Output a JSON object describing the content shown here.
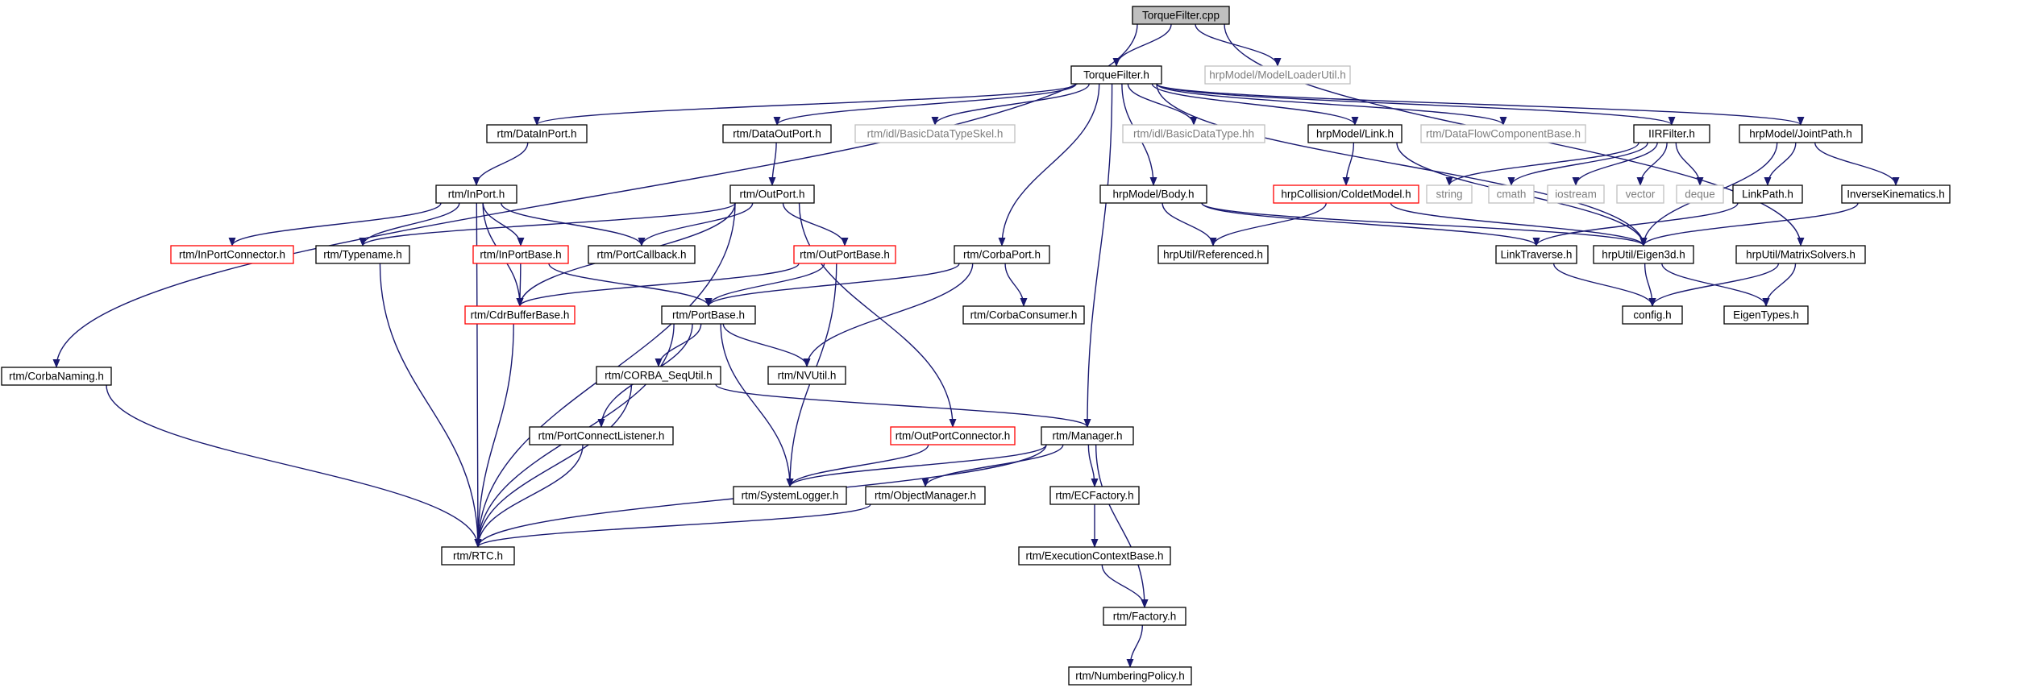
{
  "graph": {
    "colors": {
      "edge": "#191970",
      "root_fill": "#bfbfbf",
      "normal_border": "#000000",
      "red_border": "#ff0000",
      "external_border": "#bfbfbf",
      "external_text": "#7f7f7f"
    },
    "nodes": [
      {
        "id": "torquefilter_cpp",
        "label": "TorqueFilter.cpp",
        "style": "root"
      },
      {
        "id": "torquefilter_h",
        "label": "TorqueFilter.h",
        "style": "normal"
      },
      {
        "id": "modelloaderutil",
        "label": "hrpModel/ModelLoaderUtil.h",
        "style": "external"
      },
      {
        "id": "corbanaming",
        "label": "rtm/CorbaNaming.h",
        "style": "normal"
      },
      {
        "id": "datainport",
        "label": "rtm/DataInPort.h",
        "style": "normal"
      },
      {
        "id": "dataoutport",
        "label": "rtm/DataOutPort.h",
        "style": "normal"
      },
      {
        "id": "basicdatatypeskel",
        "label": "rtm/idl/BasicDataTypeSkel.h",
        "style": "external"
      },
      {
        "id": "basicdatatype_hh",
        "label": "rtm/idl/BasicDataType.hh",
        "style": "external"
      },
      {
        "id": "link_h",
        "label": "hrpModel/Link.h",
        "style": "normal"
      },
      {
        "id": "dataflowcomponentbase",
        "label": "rtm/DataFlowComponentBase.h",
        "style": "external"
      },
      {
        "id": "iirfilter",
        "label": "IIRFilter.h",
        "style": "normal"
      },
      {
        "id": "jointpath",
        "label": "hrpModel/JointPath.h",
        "style": "normal"
      },
      {
        "id": "inport",
        "label": "rtm/InPort.h",
        "style": "normal"
      },
      {
        "id": "outport",
        "label": "rtm/OutPort.h",
        "style": "normal"
      },
      {
        "id": "body_h",
        "label": "hrpModel/Body.h",
        "style": "normal"
      },
      {
        "id": "coldetmodel",
        "label": "hrpCollision/ColdetModel.h",
        "style": "red"
      },
      {
        "id": "string",
        "label": "string",
        "style": "external"
      },
      {
        "id": "cmath",
        "label": "cmath",
        "style": "external"
      },
      {
        "id": "iostream",
        "label": "iostream",
        "style": "external"
      },
      {
        "id": "vector",
        "label": "vector",
        "style": "external"
      },
      {
        "id": "deque",
        "label": "deque",
        "style": "external"
      },
      {
        "id": "linkpath",
        "label": "LinkPath.h",
        "style": "normal"
      },
      {
        "id": "inversekinematics",
        "label": "InverseKinematics.h",
        "style": "normal"
      },
      {
        "id": "inportconnector",
        "label": "rtm/InPortConnector.h",
        "style": "red"
      },
      {
        "id": "typename",
        "label": "rtm/Typename.h",
        "style": "normal"
      },
      {
        "id": "inportbase",
        "label": "rtm/InPortBase.h",
        "style": "red"
      },
      {
        "id": "portcallback",
        "label": "rtm/PortCallback.h",
        "style": "normal"
      },
      {
        "id": "outportbase",
        "label": "rtm/OutPortBase.h",
        "style": "red"
      },
      {
        "id": "corbaport",
        "label": "rtm/CorbaPort.h",
        "style": "normal"
      },
      {
        "id": "referenced",
        "label": "hrpUtil/Referenced.h",
        "style": "normal"
      },
      {
        "id": "linktraverse",
        "label": "LinkTraverse.h",
        "style": "normal"
      },
      {
        "id": "eigen3d",
        "label": "hrpUtil/Eigen3d.h",
        "style": "normal"
      },
      {
        "id": "matrixsolvers",
        "label": "hrpUtil/MatrixSolvers.h",
        "style": "normal"
      },
      {
        "id": "cdrbufferbase",
        "label": "rtm/CdrBufferBase.h",
        "style": "red"
      },
      {
        "id": "portbase",
        "label": "rtm/PortBase.h",
        "style": "normal"
      },
      {
        "id": "corbaconsumer",
        "label": "rtm/CorbaConsumer.h",
        "style": "normal"
      },
      {
        "id": "config",
        "label": "config.h",
        "style": "normal"
      },
      {
        "id": "eigentypes",
        "label": "EigenTypes.h",
        "style": "normal"
      },
      {
        "id": "corba_sequtil",
        "label": "rtm/CORBA_SeqUtil.h",
        "style": "normal"
      },
      {
        "id": "nvutil",
        "label": "rtm/NVUtil.h",
        "style": "normal"
      },
      {
        "id": "portconnectlistener",
        "label": "rtm/PortConnectListener.h",
        "style": "normal"
      },
      {
        "id": "outportconnector",
        "label": "rtm/OutPortConnector.h",
        "style": "red"
      },
      {
        "id": "manager",
        "label": "rtm/Manager.h",
        "style": "normal"
      },
      {
        "id": "systemlogger",
        "label": "rtm/SystemLogger.h",
        "style": "normal"
      },
      {
        "id": "objectmanager",
        "label": "rtm/ObjectManager.h",
        "style": "normal"
      },
      {
        "id": "ecfactory",
        "label": "rtm/ECFactory.h",
        "style": "normal"
      },
      {
        "id": "rtc",
        "label": "rtm/RTC.h",
        "style": "normal"
      },
      {
        "id": "executioncontextbase",
        "label": "rtm/ExecutionContextBase.h",
        "style": "normal"
      },
      {
        "id": "factory",
        "label": "rtm/Factory.h",
        "style": "normal"
      },
      {
        "id": "numberingpolicy",
        "label": "rtm/NumberingPolicy.h",
        "style": "normal"
      }
    ],
    "edges": [
      [
        "torquefilter_cpp",
        "torquefilter_h"
      ],
      [
        "torquefilter_cpp",
        "modelloaderutil"
      ],
      [
        "torquefilter_cpp",
        "corbanaming"
      ],
      [
        "torquefilter_cpp",
        "matrixsolvers"
      ],
      [
        "torquefilter_h",
        "datainport"
      ],
      [
        "torquefilter_h",
        "dataoutport"
      ],
      [
        "torquefilter_h",
        "basicdatatypeskel"
      ],
      [
        "torquefilter_h",
        "basicdatatype_hh"
      ],
      [
        "torquefilter_h",
        "link_h"
      ],
      [
        "torquefilter_h",
        "dataflowcomponentbase"
      ],
      [
        "torquefilter_h",
        "iirfilter"
      ],
      [
        "torquefilter_h",
        "jointpath"
      ],
      [
        "torquefilter_h",
        "body_h"
      ],
      [
        "torquefilter_h",
        "corbaport"
      ],
      [
        "torquefilter_h",
        "manager"
      ],
      [
        "torquefilter_h",
        "eigen3d"
      ],
      [
        "corbanaming",
        "rtc"
      ],
      [
        "datainport",
        "inport"
      ],
      [
        "dataoutport",
        "outport"
      ],
      [
        "link_h",
        "coldetmodel"
      ],
      [
        "link_h",
        "eigen3d"
      ],
      [
        "iirfilter",
        "string"
      ],
      [
        "iirfilter",
        "cmath"
      ],
      [
        "iirfilter",
        "iostream"
      ],
      [
        "iirfilter",
        "vector"
      ],
      [
        "iirfilter",
        "deque"
      ],
      [
        "jointpath",
        "linkpath"
      ],
      [
        "jointpath",
        "inversekinematics"
      ],
      [
        "jointpath",
        "eigen3d"
      ],
      [
        "inport",
        "inportconnector"
      ],
      [
        "inport",
        "typename"
      ],
      [
        "inport",
        "inportbase"
      ],
      [
        "inport",
        "portcallback"
      ],
      [
        "inport",
        "cdrbufferbase"
      ],
      [
        "inport",
        "rtc"
      ],
      [
        "outport",
        "typename"
      ],
      [
        "outport",
        "portcallback"
      ],
      [
        "outport",
        "outportbase"
      ],
      [
        "outport",
        "cdrbufferbase"
      ],
      [
        "outport",
        "rtc"
      ],
      [
        "outport",
        "outportconnector"
      ],
      [
        "body_h",
        "referenced"
      ],
      [
        "body_h",
        "linktraverse"
      ],
      [
        "body_h",
        "eigen3d"
      ],
      [
        "coldetmodel",
        "referenced"
      ],
      [
        "coldetmodel",
        "eigen3d"
      ],
      [
        "linkpath",
        "linktraverse"
      ],
      [
        "inversekinematics",
        "eigen3d"
      ],
      [
        "inportbase",
        "cdrbufferbase"
      ],
      [
        "inportbase",
        "portbase"
      ],
      [
        "outportbase",
        "cdrbufferbase"
      ],
      [
        "outportbase",
        "portbase"
      ],
      [
        "outportbase",
        "systemlogger"
      ],
      [
        "corbaport",
        "portbase"
      ],
      [
        "corbaport",
        "corbaconsumer"
      ],
      [
        "corbaport",
        "nvutil"
      ],
      [
        "typename",
        "rtc"
      ],
      [
        "linktraverse",
        "config"
      ],
      [
        "eigen3d",
        "config"
      ],
      [
        "eigen3d",
        "eigentypes"
      ],
      [
        "matrixsolvers",
        "config"
      ],
      [
        "matrixsolvers",
        "eigentypes"
      ],
      [
        "cdrbufferbase",
        "rtc"
      ],
      [
        "portbase",
        "corba_sequtil"
      ],
      [
        "portbase",
        "nvutil"
      ],
      [
        "portbase",
        "portconnectlistener"
      ],
      [
        "portbase",
        "systemlogger"
      ],
      [
        "portbase",
        "rtc"
      ],
      [
        "corba_sequtil",
        "manager"
      ],
      [
        "corba_sequtil",
        "rtc"
      ],
      [
        "portconnectlistener",
        "rtc"
      ],
      [
        "outportconnector",
        "systemlogger"
      ],
      [
        "manager",
        "systemlogger"
      ],
      [
        "manager",
        "objectmanager"
      ],
      [
        "manager",
        "ecfactory"
      ],
      [
        "manager",
        "rtc"
      ],
      [
        "manager",
        "factory"
      ],
      [
        "objectmanager",
        "rtc"
      ],
      [
        "ecfactory",
        "executioncontextbase"
      ],
      [
        "executioncontextbase",
        "factory"
      ],
      [
        "factory",
        "numberingpolicy"
      ]
    ]
  }
}
